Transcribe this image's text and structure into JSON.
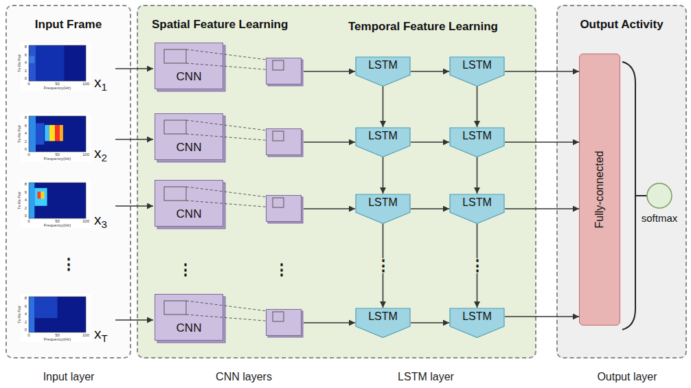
{
  "diagram": {
    "nodes": [
      {
        "text": [
          "Input Frame"
        ]
      },
      {
        "text": [
          "Spatial Feature Learning",
          "Temporal Feature Learning"
        ]
      },
      {
        "text": [
          "CNN"
        ],
        "in": 1
      },
      {
        "text": [
          "CNN"
        ],
        "in": 1
      },
      {
        "text": [
          "CNN"
        ],
        "in": 1
      },
      {
        "text": [
          "CNN"
        ],
        "in": 1
      },
      {
        "text": [
          "LSTM"
        ],
        "in": 1
      },
      {
        "text": [
          "LSTM"
        ],
        "in": 1
      },
      {
        "text": [
          "LSTM"
        ],
        "in": 1
      },
      {
        "text": [
          "LSTM"
        ],
        "in": 1
      },
      {
        "text": [
          "LSTM"
        ],
        "in": 1
      },
      {
        "text": [
          "LSTM"
        ],
        "in": 1
      },
      {
        "text": [
          "LSTM"
        ],
        "in": 1
      },
      {
        "text": [
          "LSTM"
        ],
        "in": 1
      },
      {
        "text": [
          "Output Activity"
        ]
      },
      {
        "text": [
          "Fully-connected"
        ],
        "in": 14
      },
      {
        "text": [
          "softmax"
        ],
        "in": 14
      }
    ],
    "edges": [
      {
        "from": 2,
        "to": 6,
        "arrow": "to"
      },
      {
        "from": 3,
        "to": 8,
        "arrow": "to"
      },
      {
        "from": 4,
        "to": 10,
        "arrow": "to"
      },
      {
        "from": 5,
        "to": 12,
        "arrow": "to"
      },
      {
        "from": 6,
        "to": 7,
        "arrow": "to"
      },
      {
        "from": 8,
        "to": 9,
        "arrow": "to"
      },
      {
        "from": 10,
        "to": 11,
        "arrow": "to"
      },
      {
        "from": 12,
        "to": 13,
        "arrow": "to"
      },
      {
        "from": 6,
        "to": 8,
        "arrow": "to"
      },
      {
        "from": 8,
        "to": 10,
        "arrow": "to"
      },
      {
        "from": 10,
        "to": 12,
        "label": "⋮",
        "arrow": "to"
      },
      {
        "from": 7,
        "to": 9,
        "arrow": "to"
      },
      {
        "from": 9,
        "to": 11,
        "arrow": "to"
      },
      {
        "from": 11,
        "to": 13,
        "label": "⋮",
        "arrow": "to"
      },
      {
        "from": 7,
        "to": 15,
        "arrow": "to"
      },
      {
        "from": 9,
        "to": 15,
        "arrow": "to"
      },
      {
        "from": 11,
        "to": 15,
        "arrow": "to"
      },
      {
        "from": 13,
        "to": 15,
        "arrow": "to"
      }
    ],
    "labels": [
      "8",
      "6",
      "4",
      "2",
      "0",
      "0",
      "50",
      "100",
      "Frequency(Hz)",
      "Tx-Rx Pair",
      "x1",
      "8",
      "6",
      "4",
      "2",
      "0",
      "0",
      "50",
      "100",
      "Frequency(Hz)",
      "Tx-Rx Pair",
      "x2",
      "8",
      "6",
      "4",
      "2",
      "0",
      "0",
      "50",
      "100",
      "Frequency(Hz)",
      "Tx-Rx Pair",
      "x3",
      "8",
      "6",
      "4",
      "2",
      "0",
      "0",
      "50",
      "100",
      "Frequency(Hz)",
      "Tx-Rx Pair",
      "xT",
      "⋮",
      "⋮",
      "⋮",
      "Input layer",
      "CNN layers",
      "LSTM layer",
      "Output layer"
    ]
  }
}
